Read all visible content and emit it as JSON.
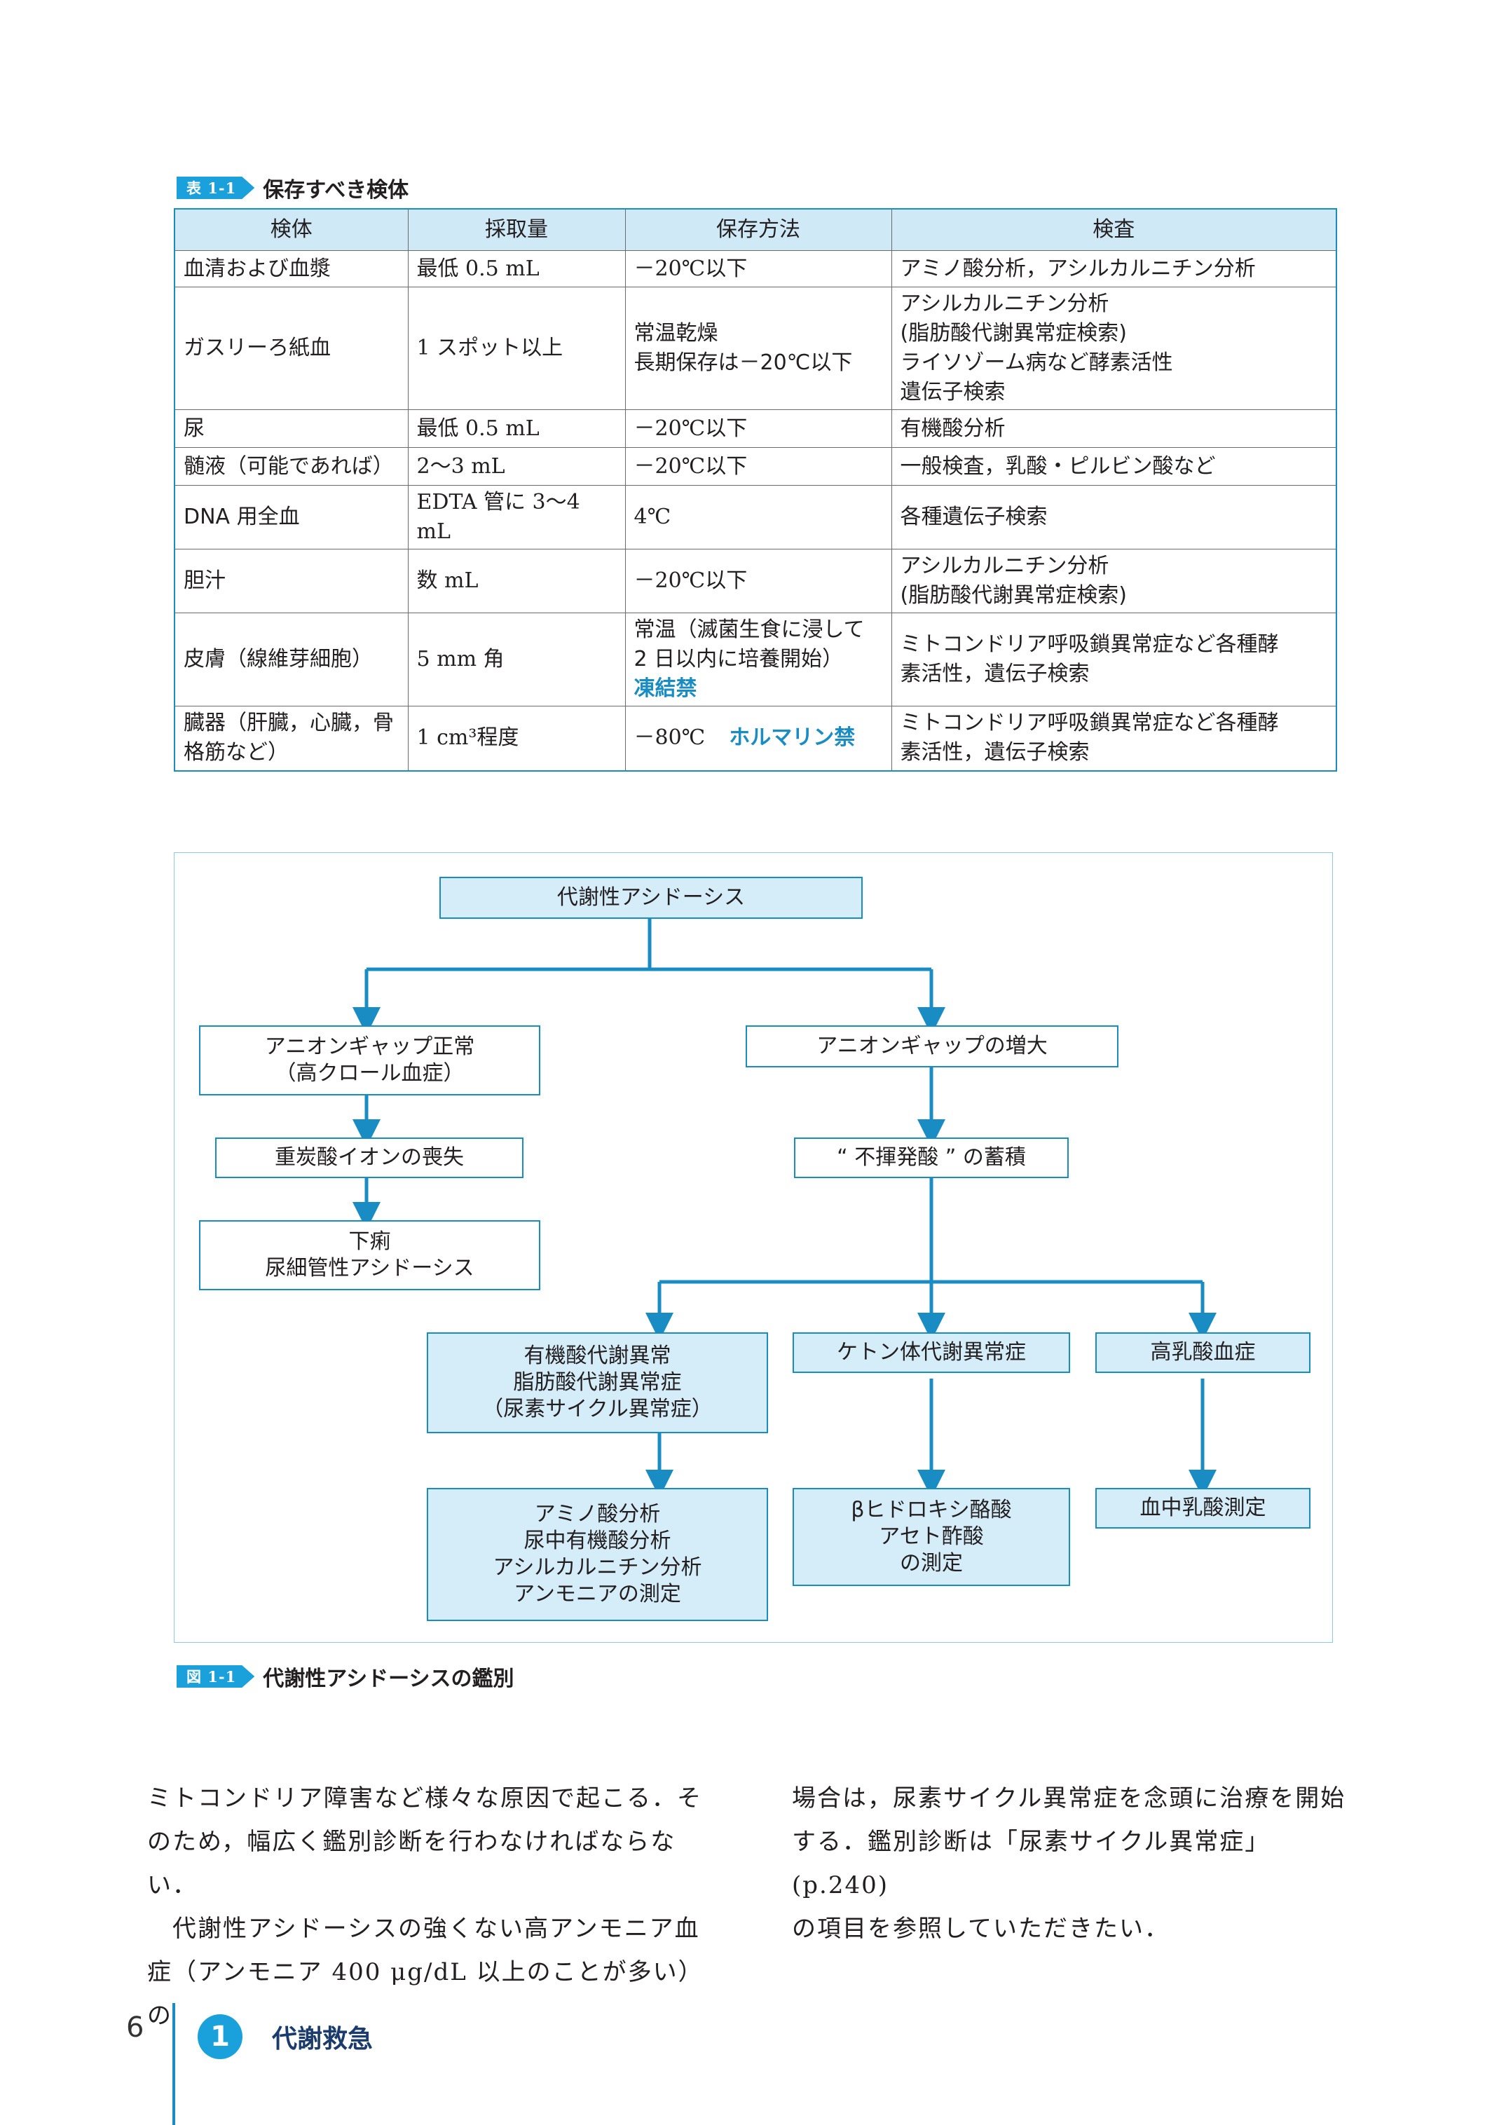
{
  "table": {
    "label": "表 1-1",
    "title": "保存すべき検体",
    "headers": [
      "検体",
      "採取量",
      "保存方法",
      "検査"
    ],
    "rows": [
      {
        "specimen": [
          "血清および血漿"
        ],
        "amount": [
          "最低 0.5 mL"
        ],
        "storage": [
          "－20℃以下"
        ],
        "storage_hl": "",
        "test": [
          "アミノ酸分析，アシルカルニチン分析"
        ]
      },
      {
        "specimen": [
          "ガスリーろ紙血"
        ],
        "amount": [
          "1 スポット以上"
        ],
        "storage": [
          "常温乾燥",
          "長期保存は－20℃以下"
        ],
        "storage_hl": "",
        "test": [
          "アシルカルニチン分析",
          "(脂肪酸代謝異常症検索)",
          "ライソゾーム病など酵素活性",
          "遺伝子検索"
        ]
      },
      {
        "specimen": [
          "尿"
        ],
        "amount": [
          "最低 0.5 mL"
        ],
        "storage": [
          "－20℃以下"
        ],
        "storage_hl": "",
        "test": [
          "有機酸分析"
        ]
      },
      {
        "specimen": [
          "髄液（可能であれば）"
        ],
        "amount": [
          "2〜3 mL"
        ],
        "storage": [
          "－20℃以下"
        ],
        "storage_hl": "",
        "test": [
          "一般検査，乳酸・ピルビン酸など"
        ]
      },
      {
        "specimen": [
          "DNA 用全血"
        ],
        "amount": [
          "EDTA 管に 3〜4 mL"
        ],
        "storage": [
          "4℃"
        ],
        "storage_hl": "",
        "test": [
          "各種遺伝子検索"
        ]
      },
      {
        "specimen": [
          "胆汁"
        ],
        "amount": [
          "数 mL"
        ],
        "storage": [
          "－20℃以下"
        ],
        "storage_hl": "",
        "test": [
          "アシルカルニチン分析",
          "(脂肪酸代謝異常症検索)"
        ]
      },
      {
        "specimen": [
          "皮膚（線維芽細胞）"
        ],
        "amount": [
          "5 mm 角"
        ],
        "storage": [
          "常温（滅菌生食に浸して",
          "2 日以内に培養開始）"
        ],
        "storage_hl": "凍結禁",
        "test": [
          "ミトコンドリア呼吸鎖異常症など各種酵",
          "素活性，遺伝子検索"
        ]
      },
      {
        "specimen": [
          "臓器（肝臓，心臓，骨",
          "格筋など）"
        ],
        "amount": [
          "1 cm³程度"
        ],
        "storage": [
          "－80℃"
        ],
        "storage_hl": "ホルマリン禁",
        "test": [
          "ミトコンドリア呼吸鎖異常症など各種酵",
          "素活性，遺伝子検索"
        ]
      }
    ]
  },
  "flowchart": {
    "label": "図 1-1",
    "title": "代謝性アシドーシスの鑑別",
    "nodes": {
      "root": [
        "代謝性アシドーシス"
      ],
      "ag_normal": [
        "アニオンギャップ正常",
        "（高クロール血症）"
      ],
      "ag_increase": [
        "アニオンギャップの増大"
      ],
      "bicarb_loss": [
        "重炭酸イオンの喪失"
      ],
      "nonvolatile": [
        "“ 不揮発酸 ” の蓄積"
      ],
      "diarrhea": [
        "下痢",
        "尿細管性アシドーシス"
      ],
      "organic": [
        "有機酸代謝異常",
        "脂肪酸代謝異常症",
        "（尿素サイクル異常症）"
      ],
      "ketone": [
        "ケトン体代謝異常症"
      ],
      "lactic": [
        "高乳酸血症"
      ],
      "organic_tests": [
        "アミノ酸分析",
        "尿中有機酸分析",
        "アシルカルニチン分析",
        "アンモニアの測定"
      ],
      "ketone_tests": [
        "βヒドロキシ酪酸",
        "アセト酢酸",
        "の測定"
      ],
      "lactic_tests": [
        "血中乳酸測定"
      ]
    }
  },
  "body": {
    "left": [
      "ミトコンドリア障害など様々な原因で起こる．そ",
      "のため，幅広く鑑別診断を行わなければならない．",
      "　代謝性アシドーシスの強くない高アンモニア血",
      "症（アンモニア 400 μg/dL 以上のことが多い）の"
    ],
    "right": [
      "場合は，尿素サイクル異常症を念頭に治療を開始",
      "する．鑑別診断は「尿素サイクル異常症」(p.240)",
      "の項目を参照していただきたい．"
    ]
  },
  "footer": {
    "page_number": "6",
    "chapter_number": "1",
    "chapter_title": "代謝救急"
  },
  "colors": {
    "accent": "#1a8cc4",
    "fill": "#d4edf9"
  }
}
